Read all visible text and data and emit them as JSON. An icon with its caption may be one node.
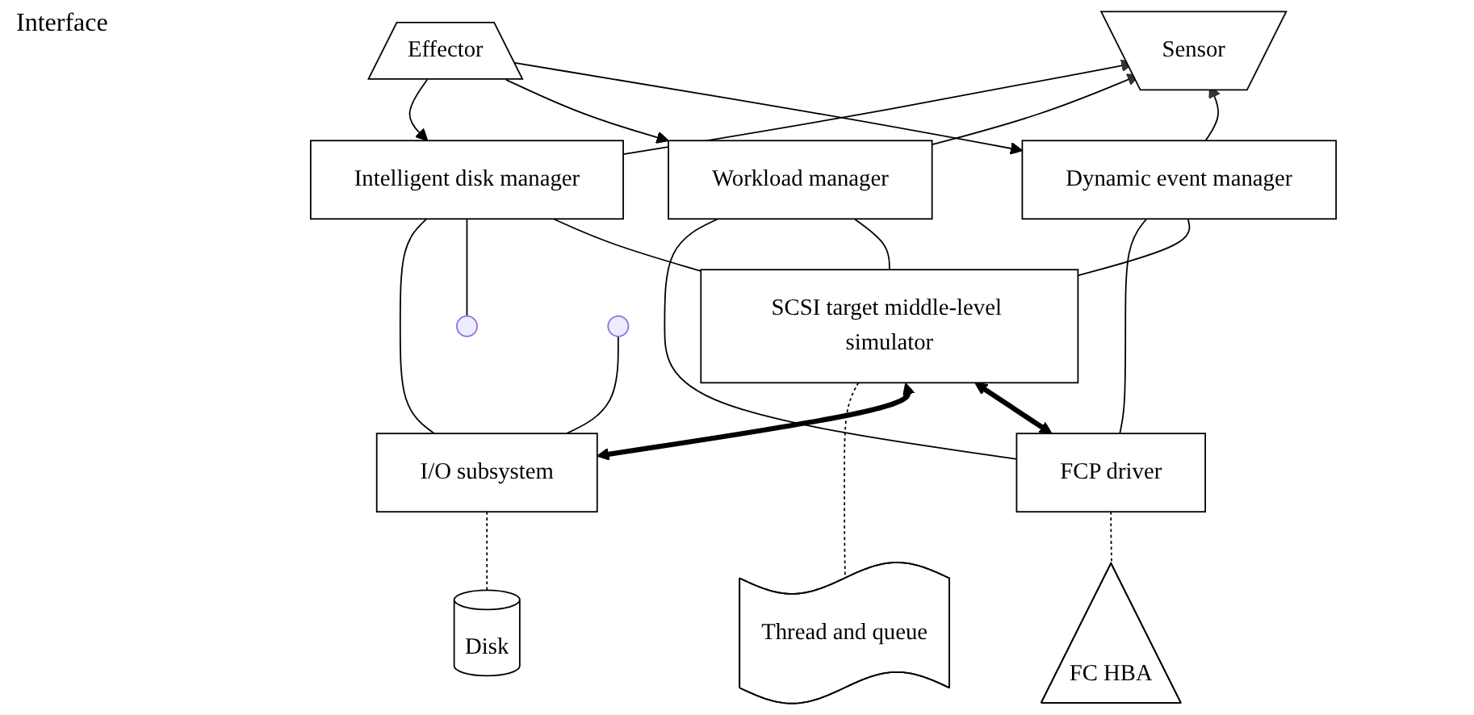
{
  "diagram": {
    "nodes": [
      {
        "text": [
          "Sensor"
        ]
      },
      {
        "text": [
          "Effector"
        ]
      },
      {
        "text": [
          "Dynamic event manager"
        ]
      },
      {
        "text": [
          "Workload manager"
        ]
      },
      {
        "text": [
          "Intelligent disk manager"
        ]
      },
      {
        "text": [
          "SCSI target middle-level simulator"
        ]
      },
      {
        "text": [
          "FCP driver"
        ]
      },
      {
        "text": [
          "I/O subsystem"
        ]
      },
      {
        "text": [
          "Thread and queue"
        ]
      },
      {
        "text": [
          "FC HBA"
        ]
      },
      {
        "text": [
          "Disk"
        ]
      }
    ],
    "edges": [
      {
        "from": 2,
        "to": 0,
        "arrow": "to"
      },
      {
        "from": 3,
        "to": 0,
        "arrow": "to"
      },
      {
        "from": 4,
        "to": 0,
        "arrow": "to"
      },
      {
        "from": 1,
        "to": 2,
        "arrow": "to"
      },
      {
        "from": 1,
        "to": 3,
        "arrow": "to"
      },
      {
        "from": 1,
        "to": 4,
        "arrow": "to"
      },
      {
        "from": 3,
        "to": 5,
        "arrow": "none"
      },
      {
        "from": 4,
        "to": 5,
        "arrow": "none"
      },
      {
        "from": 4,
        "to": null,
        "arrow": "none"
      },
      {
        "from": 3,
        "to": 6,
        "arrow": "none"
      },
      {
        "from": 2,
        "to": 5,
        "arrow": "none"
      },
      {
        "from": 2,
        "to": 6,
        "arrow": "none"
      },
      {
        "from": 4,
        "to": 7,
        "arrow": "none"
      },
      {
        "from": 5,
        "to": 6,
        "arrow": "both",
        "style": "thick"
      },
      {
        "from": 5,
        "to": 7,
        "arrow": "both",
        "style": "thick"
      },
      {
        "from": 5,
        "to": 8,
        "arrow": "none",
        "style": "dashed"
      },
      {
        "from": 6,
        "to": 9,
        "arrow": "none",
        "style": "dashed"
      },
      {
        "from": 7,
        "to": 10,
        "arrow": "none",
        "style": "dashed"
      },
      {
        "from": null,
        "to": 7,
        "arrow": "none"
      }
    ],
    "labels": [
      "Interface"
    ]
  }
}
